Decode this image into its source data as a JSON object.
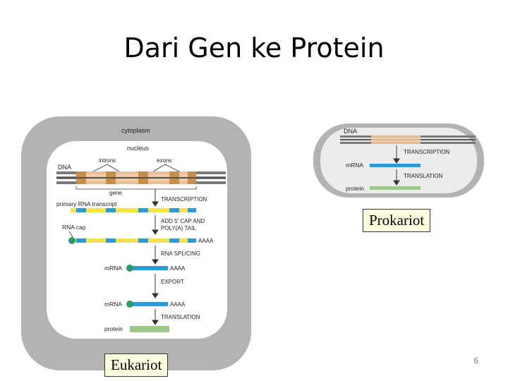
{
  "slide": {
    "title": "Dari Gen ke Protein",
    "page_number": "6"
  },
  "eukaryote": {
    "caption": "Eukariot",
    "cytoplasm": "cytoplasm",
    "nucleus": "nucleus",
    "introns": "introns",
    "exons": "exons",
    "dna": "DNA",
    "gene": "gene",
    "transcription": "TRANSCRIPTION",
    "primary_rna": "primary RNA transcript",
    "add_cap_line1": "ADD 5' CAP AND",
    "add_cap_line2": "POLY(A) TAIL",
    "rna_cap": "RNA cap",
    "aaaa": "AAAA",
    "rna_splicing": "RNA SPLICING",
    "mrna": "mRNA",
    "export": "EXPORT",
    "translation": "TRANSLATION",
    "protein": "protein"
  },
  "prokaryote": {
    "caption": "Prokariot",
    "dna": "DNA",
    "transcription": "TRANSCRIPTION",
    "mrna": "mRNA",
    "translation": "TRANSLATION",
    "protein": "protein"
  },
  "colors": {
    "cell_gray": "#b3b3b3",
    "gene_orange": "#f2c9a0",
    "exon_brown": "#c88f4a",
    "rna_yellow": "#f5e14a",
    "rna_blue": "#2a9bd8",
    "cap_green": "#2e9a6a",
    "protein_green": "#9cc98a"
  }
}
